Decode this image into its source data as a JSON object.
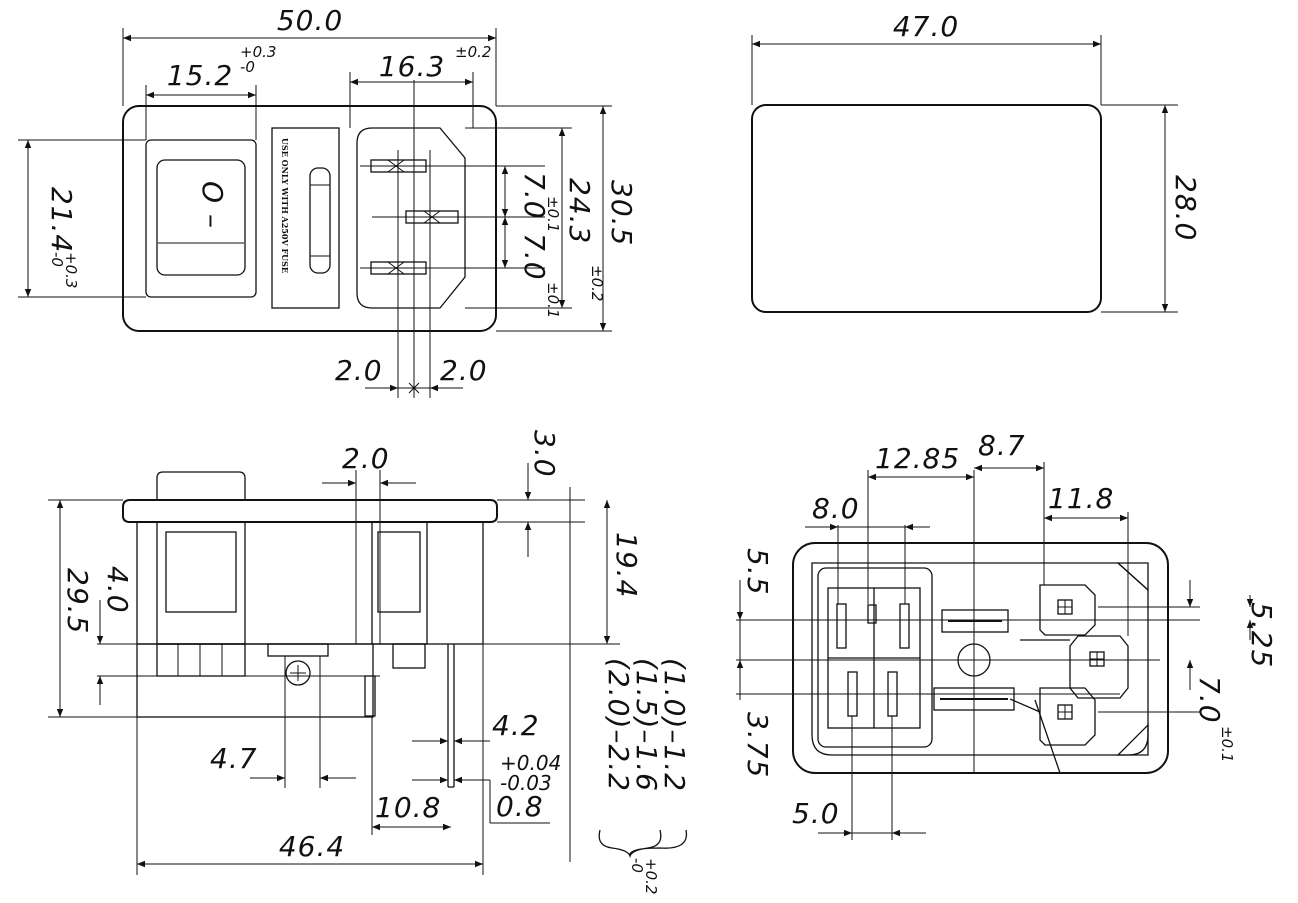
{
  "views": {
    "front": {
      "overall_width": "50.0",
      "switch_width": "15.2",
      "switch_tol_plus": "+0.3",
      "switch_tol_minus": "-0",
      "inlet_width": "16.3",
      "inlet_tol": "±0.2",
      "switch_height": "21.4",
      "switch_height_tol_plus": "+0.3",
      "switch_height_tol_minus": "-0",
      "pin_spacing_upper": "7.0",
      "pin_spacing_upper_tol": "±0.1",
      "pin_spacing_lower": "7.0",
      "pin_spacing_lower_tol": "±0.1",
      "inlet_height": "24.3",
      "inlet_height_tol": "±0.2",
      "overall_height": "30.5",
      "pin_offset_left": "2.0",
      "pin_offset_right": "2.0",
      "switch_symbol": "O –",
      "fuse_label": "USE ONLY WITH A250V FUSE"
    },
    "cutout": {
      "width": "47.0",
      "height": "28.0"
    },
    "side": {
      "flange_offset": "2.0",
      "flange_thickness": "3.0",
      "body_depth": "19.4",
      "overall_height": "29.5",
      "clip_height": "4.0",
      "tab_width": "4.7",
      "terminal_width": "4.2",
      "terminal_tol_plus": "+0.04",
      "terminal_tol_minus": "-0.03",
      "terminal_thickness": "0.8",
      "terminal_offset": "10.8",
      "overall_length": "46.4",
      "panel_ranges": [
        "(1.0)–1.2",
        "(1.5)–1.6",
        "(2.0)–2.2"
      ],
      "panel_tol_plus": "+0.2",
      "panel_tol_minus": "-0"
    },
    "rear": {
      "dim_a": "12.85",
      "dim_b": "8.7",
      "dim_c": "8.0",
      "dim_d": "11.8",
      "dim_e": "5.5",
      "dim_f": "5.25",
      "dim_g": "7.0",
      "dim_g_tol": "±0.1",
      "dim_h": "3.75",
      "dim_i": "5.0"
    }
  }
}
